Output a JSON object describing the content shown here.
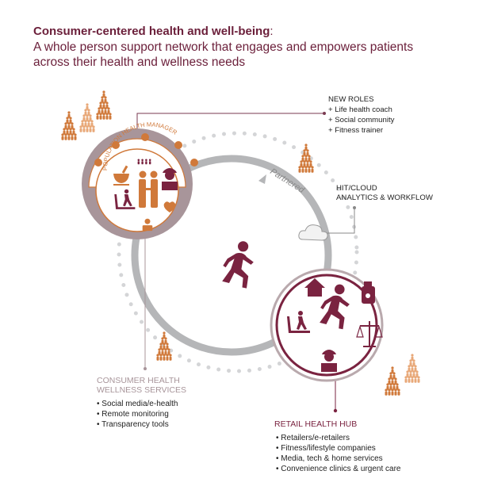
{
  "title": {
    "bold": "Consumer-centered health and well-being",
    "colon": ":",
    "line1": "A whole person support network that engages and empowers patients",
    "line2": "across their health and wellness needs"
  },
  "population_health_manager": {
    "label": "POPULATION HEALTH MANAGER"
  },
  "new_roles": {
    "heading": "NEW ROLES",
    "items": [
      "+ Life health  coach",
      "+ Social  community",
      "+ Fitness  trainer"
    ]
  },
  "partnered_label": "Partnered",
  "hit_cloud": {
    "line1": "HIT/CLOUD",
    "line2": "ANALYTICS & WORKFLOW"
  },
  "consumer_health": {
    "line1": "CONSUMER HEALTH",
    "line2": "WELLNESS SERVICES",
    "items": [
      "• Social media/e-health",
      "• Remote monitoring",
      "• Transparency tools"
    ]
  },
  "retail_hub": {
    "heading": "RETAIL HEALTH HUB",
    "items": [
      "• Retailers/e-retailers",
      "• Fitness/lifestyle companies",
      "• Media, tech & home services",
      "• Convenience clinics & urgent care"
    ]
  },
  "colors": {
    "maroon": "#6b1f3a",
    "orange": "#d0793a",
    "mauve": "#a8959a",
    "gray": "#b5b6b8"
  }
}
